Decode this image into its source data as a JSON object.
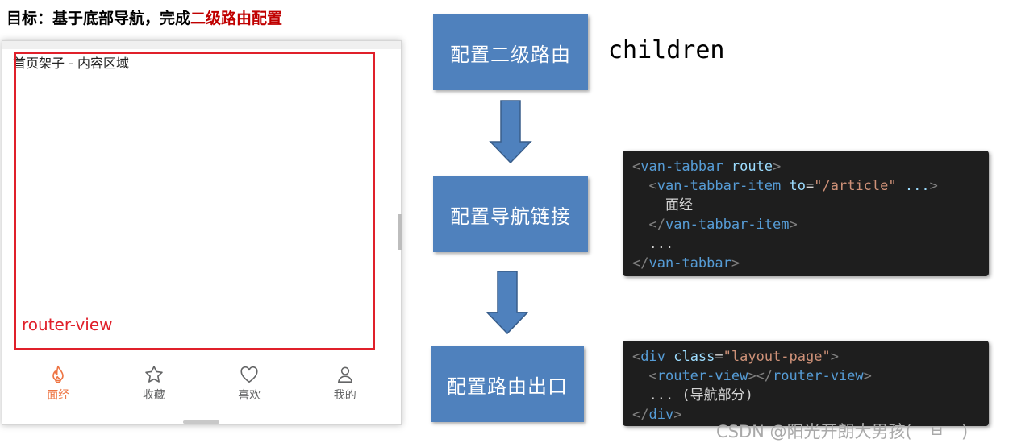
{
  "title": {
    "prefix": "目标：基于底部导航，完成",
    "highlight": "二级路由配置"
  },
  "phone": {
    "content_label": "首页架子 - 内容区域",
    "router_label": "router-view",
    "tabs": [
      {
        "label": "面经",
        "icon": "fire-icon",
        "active": true
      },
      {
        "label": "收藏",
        "icon": "star-icon",
        "active": false
      },
      {
        "label": "喜欢",
        "icon": "heart-icon",
        "active": false
      },
      {
        "label": "我的",
        "icon": "user-icon",
        "active": false
      }
    ]
  },
  "steps": [
    {
      "label": "配置二级路由"
    },
    {
      "label": "配置导航链接"
    },
    {
      "label": "配置路由出口"
    }
  ],
  "annotation": "children",
  "code_nav": {
    "l1_tag": "van-tabbar",
    "l1_attr": "route",
    "l2_tag": "van-tabbar-item",
    "l2_attr": "to",
    "l2_value": "\"/article\"",
    "l2_rest": "...",
    "l3_text": "面经",
    "l4_tag": "van-tabbar-item",
    "l5_text": "...",
    "l6_tag": "van-tabbar"
  },
  "code_outlet": {
    "l1_tag": "div",
    "l1_attr": "class",
    "l1_value": "\"layout-page\"",
    "l2_tag": "router-view",
    "l3_text": "... (导航部分)",
    "l4_tag": "div"
  },
  "watermark": "CSDN @阳光开朗大男孩(　ㅂ　)"
}
